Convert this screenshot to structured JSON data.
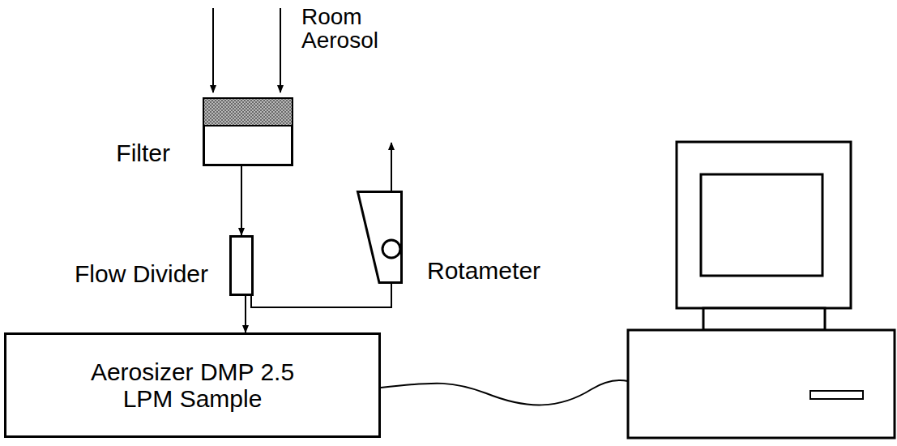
{
  "diagram": {
    "nodes": [
      {
        "text": [
          "Filter"
        ]
      },
      {
        "text": [
          "Flow Divider"
        ]
      },
      {
        "text": [
          "Rotameter"
        ]
      },
      {
        "text": [
          "Aerosizer DMP 2.5 LPM Sample"
        ]
      }
    ],
    "edges": [
      {
        "from": 0,
        "to": 1,
        "arrow": "to"
      },
      {
        "from": 1,
        "to": 3,
        "arrow": "to"
      },
      {
        "from": 1,
        "to": 2,
        "arrow": "none"
      }
    ],
    "labels": [
      "Room Aerosol"
    ]
  }
}
